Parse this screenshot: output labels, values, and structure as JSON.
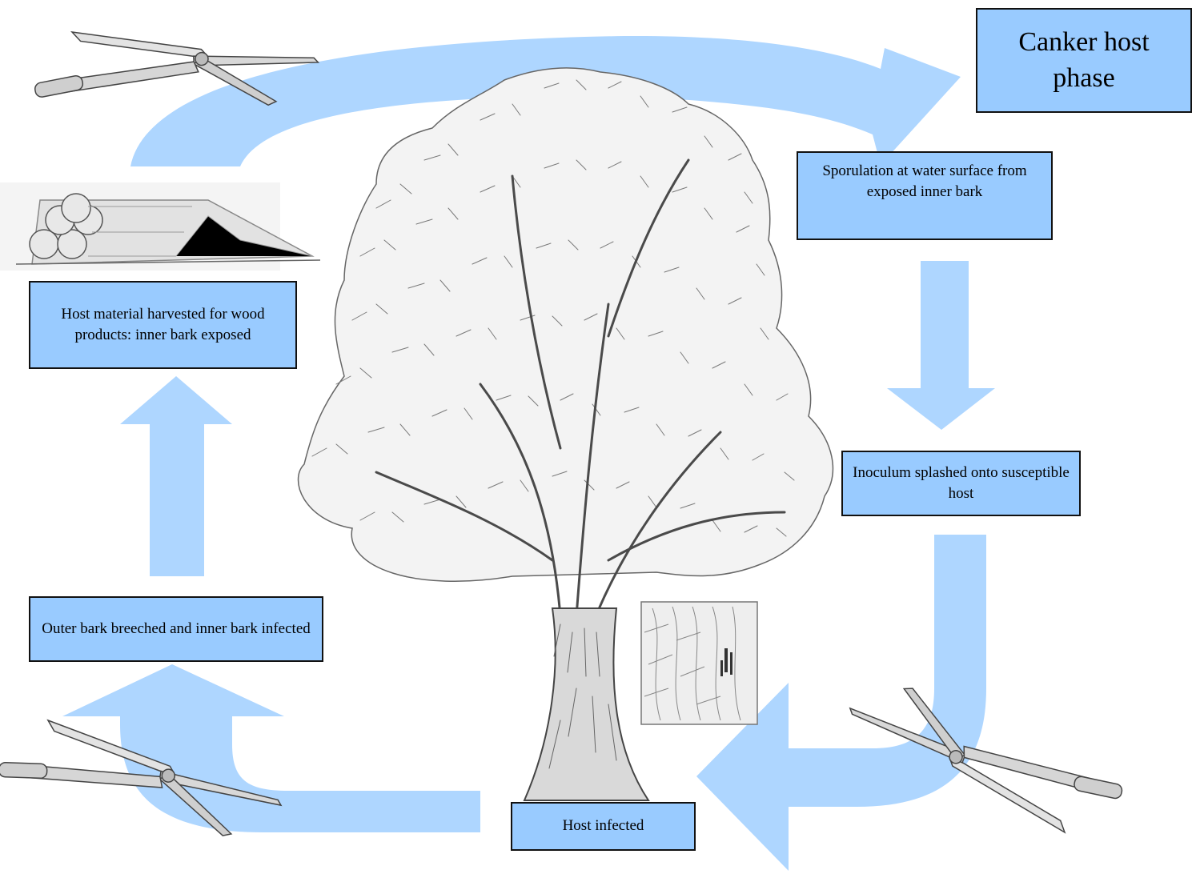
{
  "diagram": {
    "title": "Canker host phase",
    "steps": {
      "sporulation": "Sporulation at water surface from exposed inner bark",
      "inoculum": "Inoculum splashed onto susceptible host",
      "host_infected": "Host infected",
      "outer_bark": "Outer bark breeched and inner bark infected",
      "harvested": "Host material harvested for wood products: inner bark exposed"
    },
    "colors": {
      "box_fill": "#99cbff",
      "arrow_fill": "#aed6ff",
      "border": "#111111",
      "sketch": "#555555"
    },
    "icons": [
      "tree-illustration",
      "bark-closeup-illustration",
      "log-pile-illustration",
      "pruning-shears-icon"
    ]
  }
}
